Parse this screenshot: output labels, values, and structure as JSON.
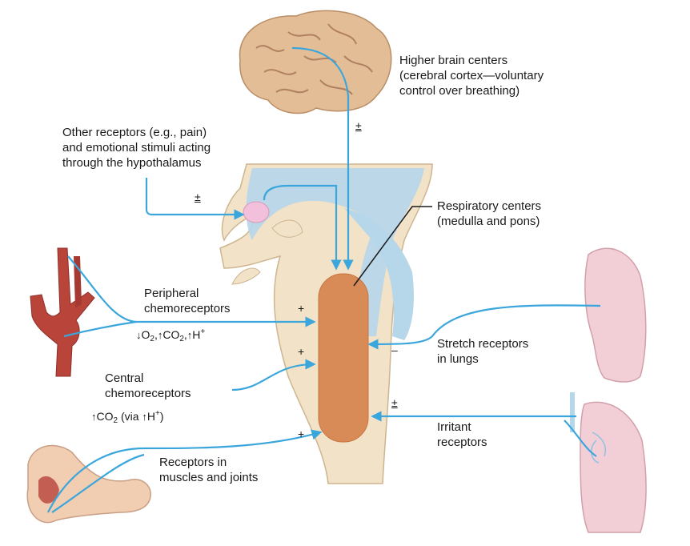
{
  "labels": {
    "higher_brain": "Higher brain centers\n(cerebral cortex—voluntary\ncontrol over breathing)",
    "other_receptors": "Other receptors (e.g., pain)\nand emotional stimuli acting\nthrough the hypothalamus",
    "respiratory_centers": "Respiratory centers\n(medulla and pons)",
    "peripheral": "Peripheral\nchemoreceptors",
    "central": "Central\nchemoreceptors",
    "stretch": "Stretch receptors\nin lungs",
    "irritant": "Irritant\nreceptors",
    "muscles": "Receptors in\nmuscles and joints"
  },
  "signs": {
    "brain": "±",
    "hypothalamus": "±",
    "peripheral": "+",
    "central": "+",
    "muscles": "+",
    "stretch": "–",
    "irritant": "±"
  },
  "stimuli": {
    "peripheral": {
      "o2_arrow": "↓",
      "o2": "O",
      "o2_sub": "2",
      "sep1": ",",
      "co2_arrow": "↑",
      "co2": "CO",
      "co2_sub": "2",
      "sep2": ",",
      "h_arrow": "↑",
      "h": "H",
      "h_sup": "+"
    },
    "central": {
      "co2_arrow": "↑",
      "co2": "CO",
      "co2_sub": "2",
      "via": " (via ",
      "h_arrow": "↑",
      "h": "H",
      "h_sup": "+",
      "close": ")"
    }
  },
  "colors": {
    "arrow": "#3aa6dc",
    "csf": "#b6d6ea",
    "brainstem": "#f2e2c8",
    "medulla_center": "#d98b57",
    "brain": "#e2bd96",
    "artery": "#b8443a",
    "lung": "#f2cfd6",
    "skin": "#f1cdb2",
    "hypothalamus": "#f3c0dc"
  }
}
